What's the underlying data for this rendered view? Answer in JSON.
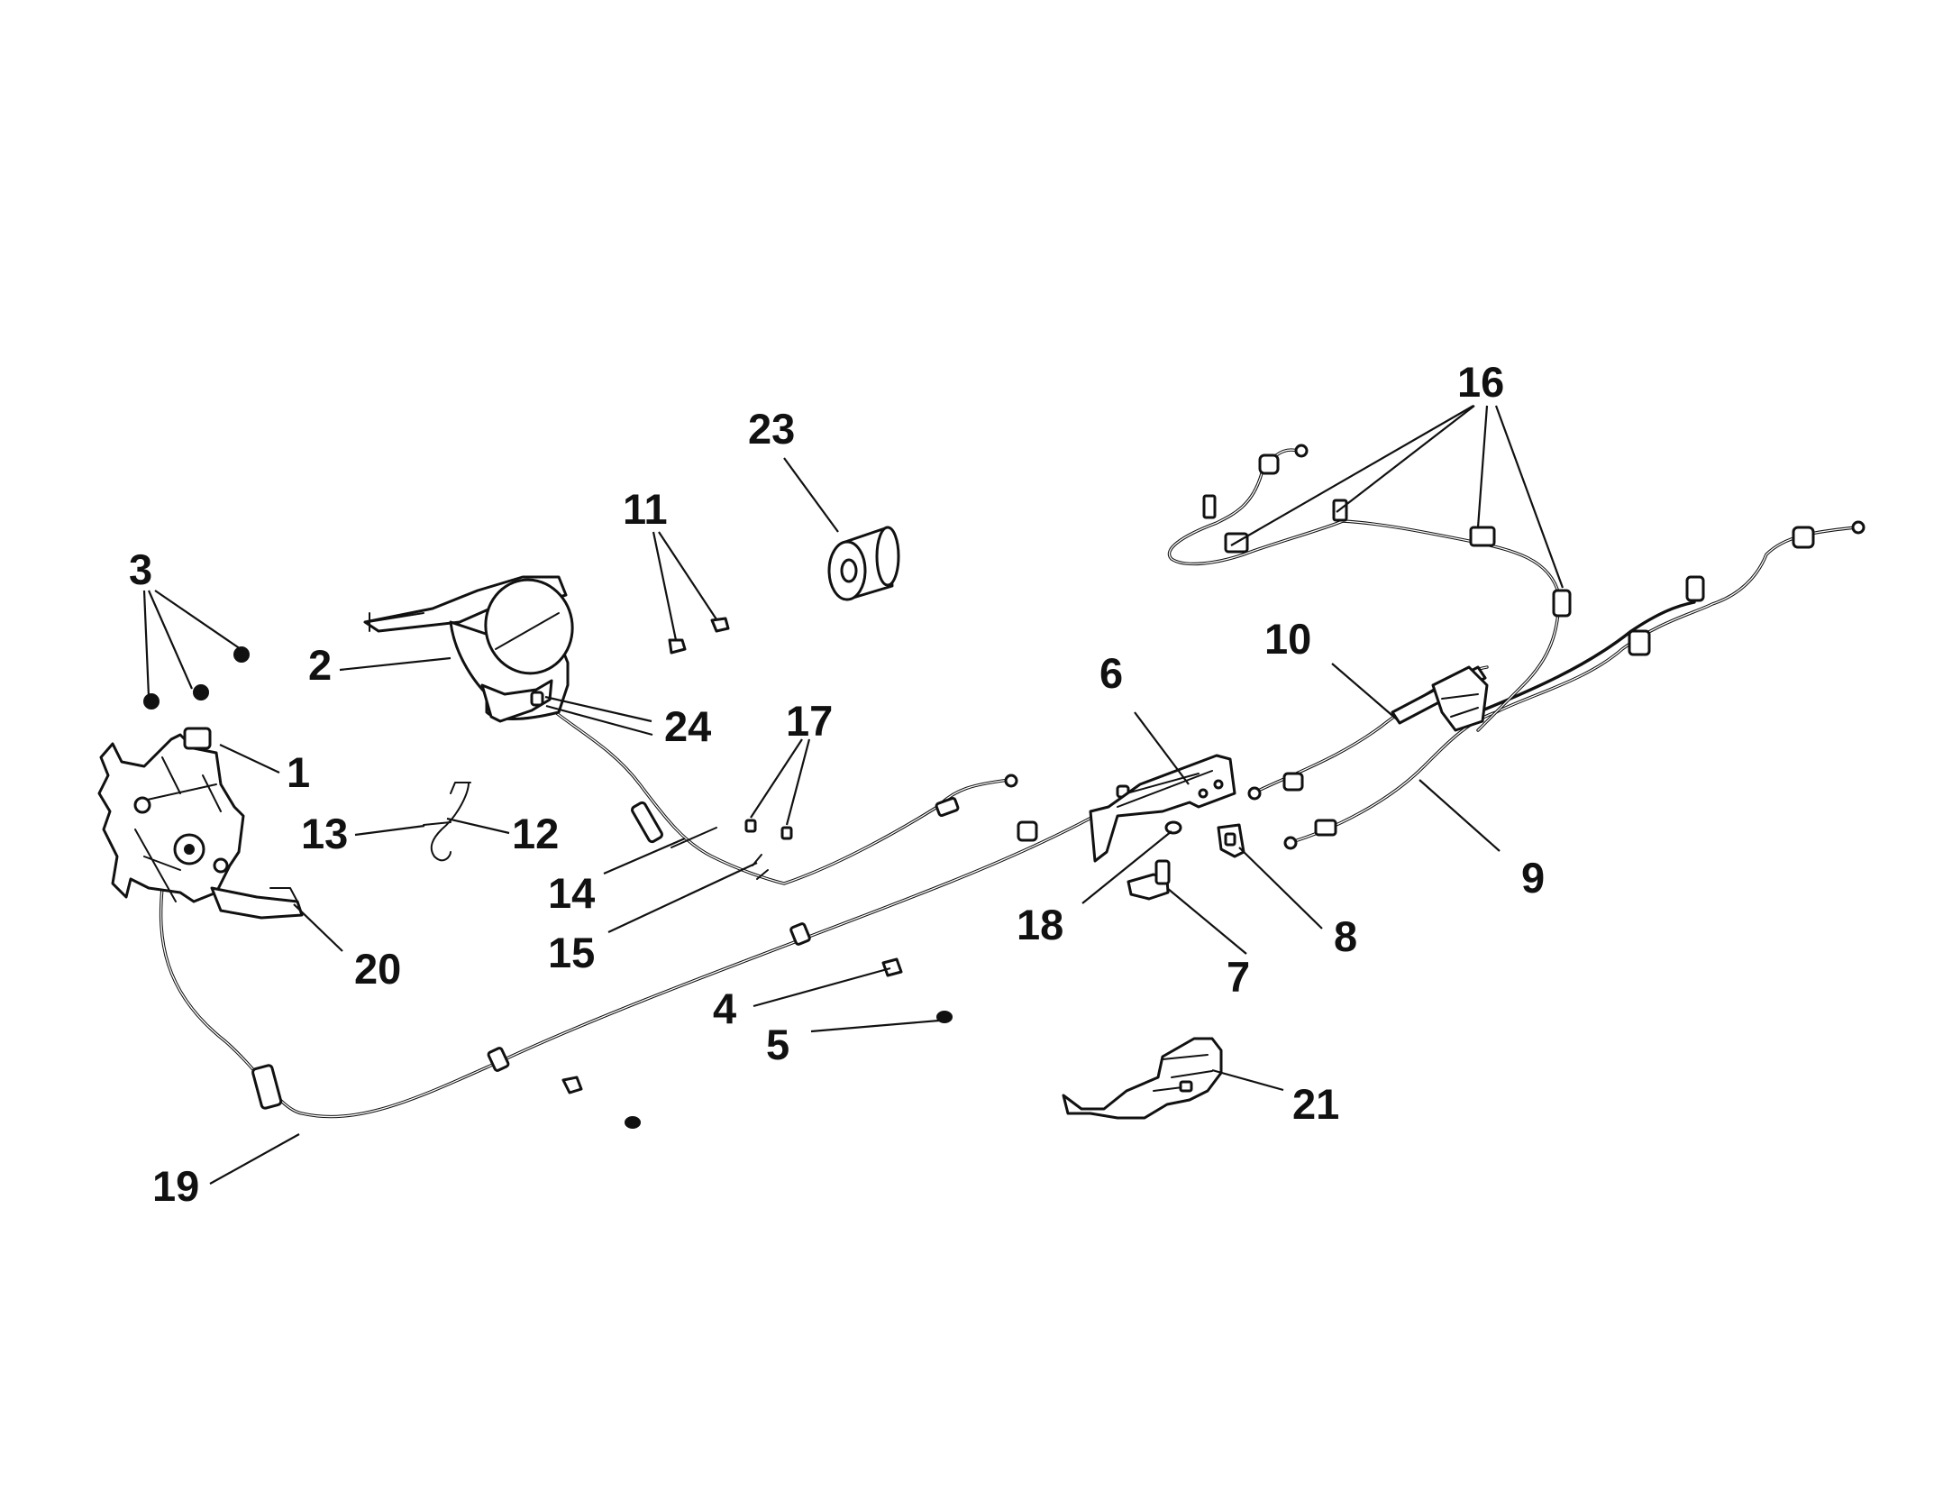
{
  "diagram": {
    "colors": {
      "line": "#111111",
      "background": "#ffffff"
    },
    "callouts": [
      {
        "id": "c1",
        "text": "1"
      },
      {
        "id": "c2",
        "text": "2"
      },
      {
        "id": "c3",
        "text": "3"
      },
      {
        "id": "c4",
        "text": "4"
      },
      {
        "id": "c5",
        "text": "5"
      },
      {
        "id": "c6",
        "text": "6"
      },
      {
        "id": "c7",
        "text": "7"
      },
      {
        "id": "c8",
        "text": "8"
      },
      {
        "id": "c9",
        "text": "9"
      },
      {
        "id": "c10",
        "text": "10"
      },
      {
        "id": "c11",
        "text": "11"
      },
      {
        "id": "c12",
        "text": "12"
      },
      {
        "id": "c13",
        "text": "13"
      },
      {
        "id": "c14",
        "text": "14"
      },
      {
        "id": "c15",
        "text": "15"
      },
      {
        "id": "c16",
        "text": "16"
      },
      {
        "id": "c17",
        "text": "17"
      },
      {
        "id": "c18",
        "text": "18"
      },
      {
        "id": "c19",
        "text": "19"
      },
      {
        "id": "c20",
        "text": "20"
      },
      {
        "id": "c21",
        "text": "21"
      },
      {
        "id": "c23",
        "text": "23"
      },
      {
        "id": "c24",
        "text": "24"
      }
    ]
  }
}
